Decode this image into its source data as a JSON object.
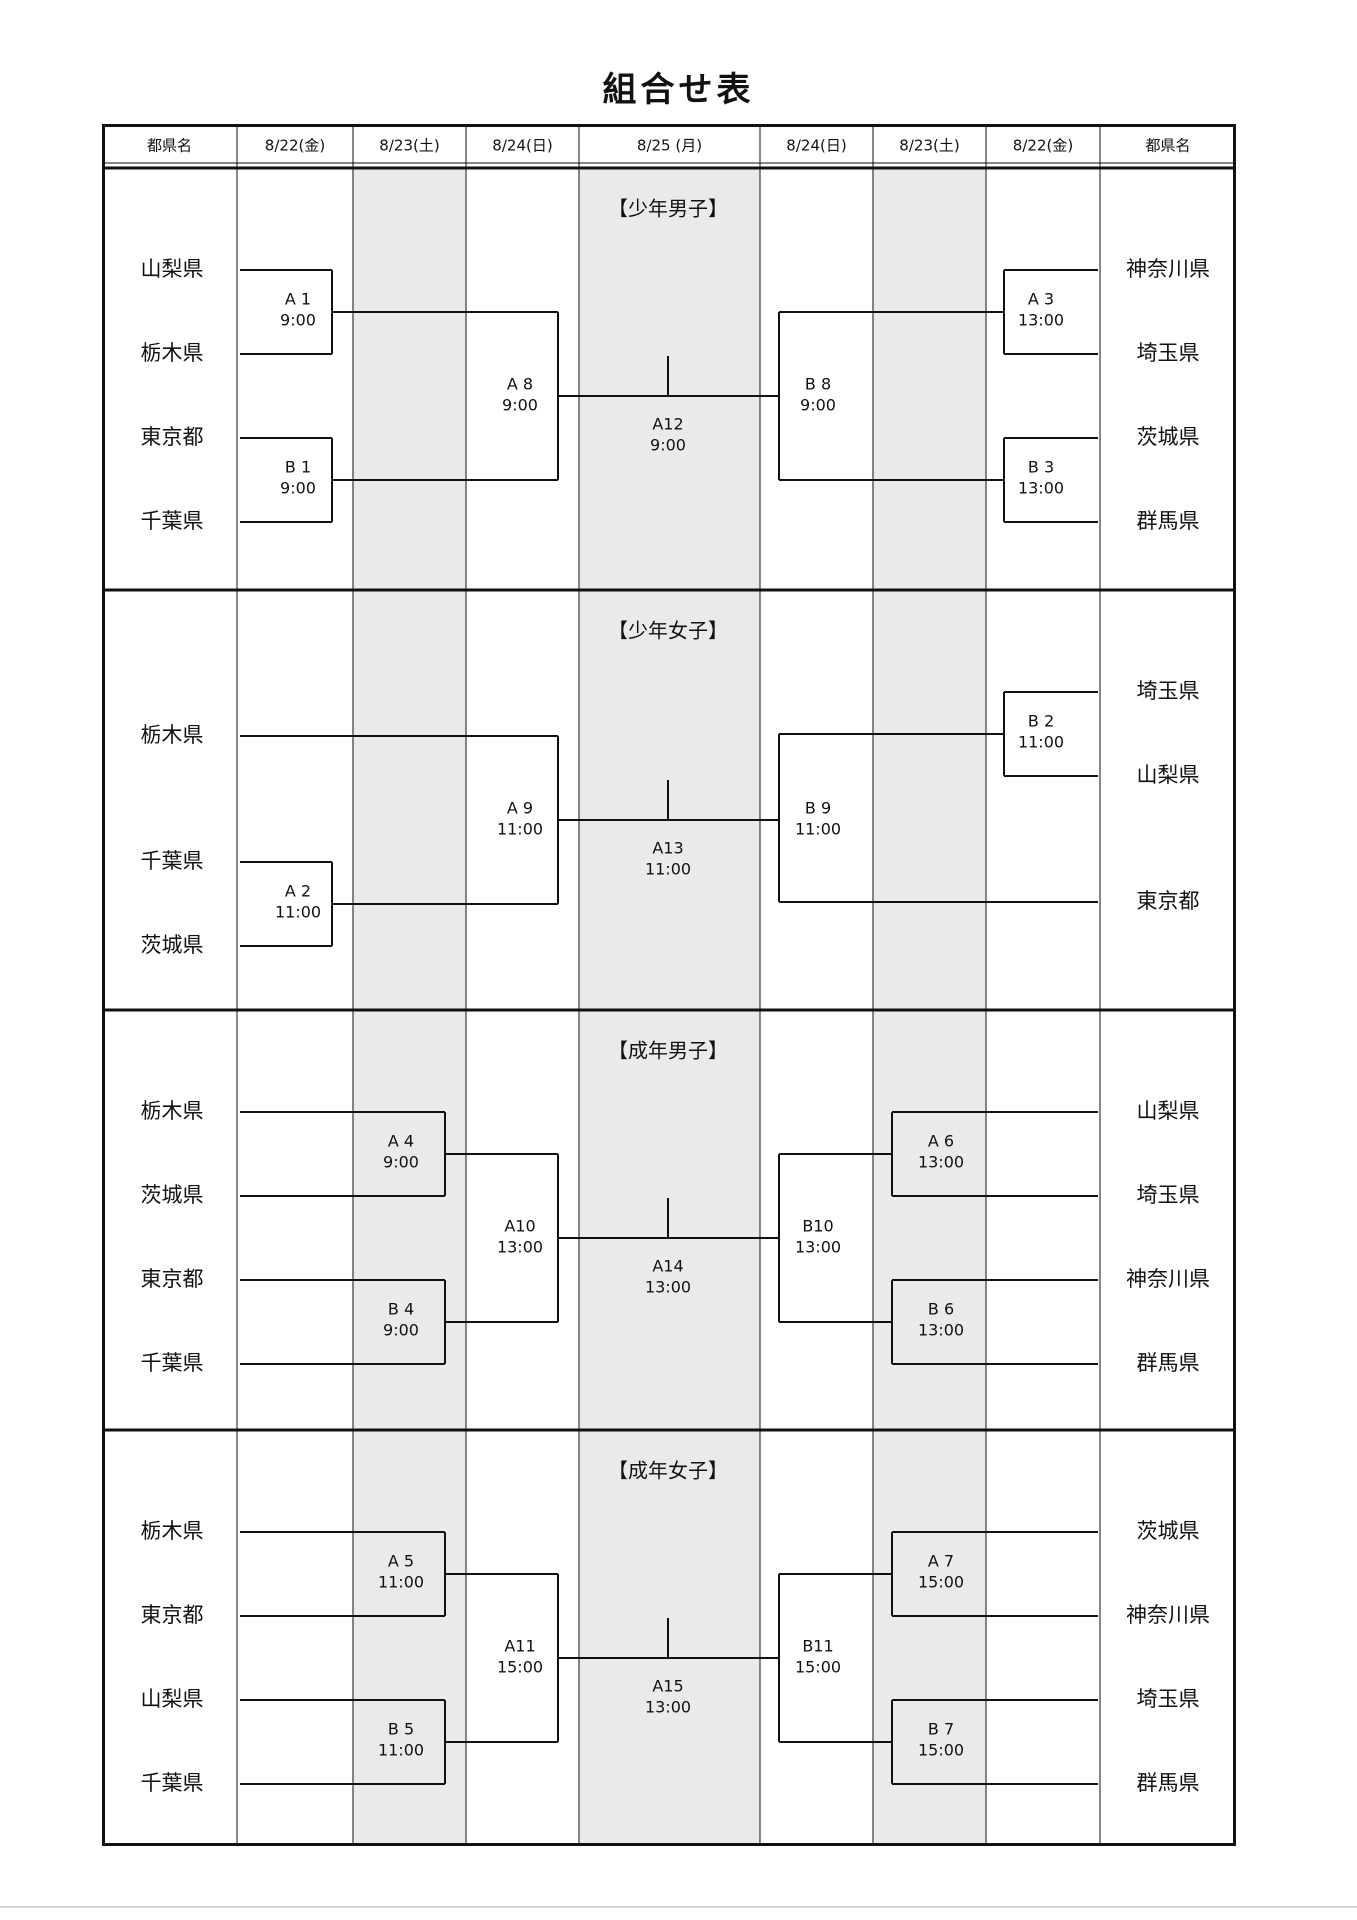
{
  "title": "組合せ表",
  "header": [
    "都県名",
    "8/22(金)",
    "8/23(土)",
    "8/24(日)",
    "8/25 (月)",
    "8/24(日)",
    "8/23(土)",
    "8/22(金)",
    "都県名"
  ],
  "sections": [
    {
      "name": "【少年男子】",
      "left_teams": [
        "山梨県",
        "栃木県",
        "東京都",
        "千葉県"
      ],
      "right_teams": [
        "神奈川県",
        "埼玉県",
        "茨城県",
        "群馬県"
      ],
      "matches": {
        "L1a": {
          "id": "A 1",
          "time": "9:00"
        },
        "L1b": {
          "id": "B 1",
          "time": "9:00"
        },
        "L3": {
          "id": "A 8",
          "time": "9:00"
        },
        "F": {
          "id": "A12",
          "time": "9:00"
        },
        "R3": {
          "id": "B 8",
          "time": "9:00"
        },
        "R1a": {
          "id": "A 3",
          "time": "13:00"
        },
        "R1b": {
          "id": "B 3",
          "time": "13:00"
        }
      }
    },
    {
      "name": "【少年女子】",
      "left_teams": [
        "栃木県",
        "千葉県",
        "茨城県"
      ],
      "right_teams": [
        "埼玉県",
        "山梨県",
        "東京都"
      ],
      "matches": {
        "L1b": {
          "id": "A 2",
          "time": "11:00"
        },
        "L3": {
          "id": "A 9",
          "time": "11:00"
        },
        "F": {
          "id": "A13",
          "time": "11:00"
        },
        "R3": {
          "id": "B 9",
          "time": "11:00"
        },
        "R1a": {
          "id": "B 2",
          "time": "11:00"
        }
      }
    },
    {
      "name": "【成年男子】",
      "left_teams": [
        "栃木県",
        "茨城県",
        "東京都",
        "千葉県"
      ],
      "right_teams": [
        "山梨県",
        "埼玉県",
        "神奈川県",
        "群馬県"
      ],
      "matches": {
        "L2a": {
          "id": "A 4",
          "time": "9:00"
        },
        "L2b": {
          "id": "B 4",
          "time": "9:00"
        },
        "L3": {
          "id": "A10",
          "time": "13:00"
        },
        "F": {
          "id": "A14",
          "time": "13:00"
        },
        "R3": {
          "id": "B10",
          "time": "13:00"
        },
        "R2a": {
          "id": "A 6",
          "time": "13:00"
        },
        "R2b": {
          "id": "B 6",
          "time": "13:00"
        }
      }
    },
    {
      "name": "【成年女子】",
      "left_teams": [
        "栃木県",
        "東京都",
        "山梨県",
        "千葉県"
      ],
      "right_teams": [
        "茨城県",
        "神奈川県",
        "埼玉県",
        "群馬県"
      ],
      "matches": {
        "L2a": {
          "id": "A 5",
          "time": "11:00"
        },
        "L2b": {
          "id": "B 5",
          "time": "11:00"
        },
        "L3": {
          "id": "A11",
          "time": "15:00"
        },
        "F": {
          "id": "A15",
          "time": "13:00"
        },
        "R3": {
          "id": "B11",
          "time": "15:00"
        },
        "R2a": {
          "id": "A 7",
          "time": "15:00"
        },
        "R2b": {
          "id": "B 7",
          "time": "15:00"
        }
      }
    }
  ],
  "colors": {
    "shade": "#eaeaea",
    "line": "#111111",
    "border": "#111111"
  }
}
